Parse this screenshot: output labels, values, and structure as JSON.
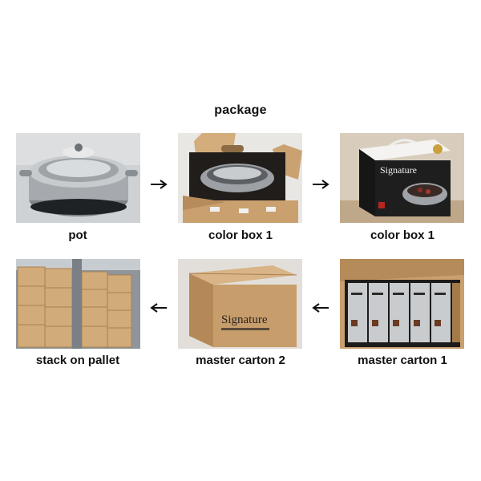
{
  "title": "package",
  "steps": [
    {
      "label": "pot",
      "icon": "steamer-pot-photo"
    },
    {
      "label": "color box 1",
      "icon": "open-box-with-pot-photo"
    },
    {
      "label": "color box 1",
      "icon": "signature-color-box-photo"
    },
    {
      "label": "master carton 1",
      "icon": "carton-of-color-boxes-photo"
    },
    {
      "label": "master carton 2",
      "icon": "sealed-master-carton-photo"
    },
    {
      "label": "stack on pallet",
      "icon": "pallet-stack-photo"
    }
  ],
  "box_brand": "Signature",
  "arrows": [
    "right",
    "right",
    "left",
    "left"
  ],
  "colors": {
    "cardboard": "#c49a6c",
    "steel": "#b9bcc0",
    "box_black": "#1e1e1e",
    "text": "#111111"
  }
}
